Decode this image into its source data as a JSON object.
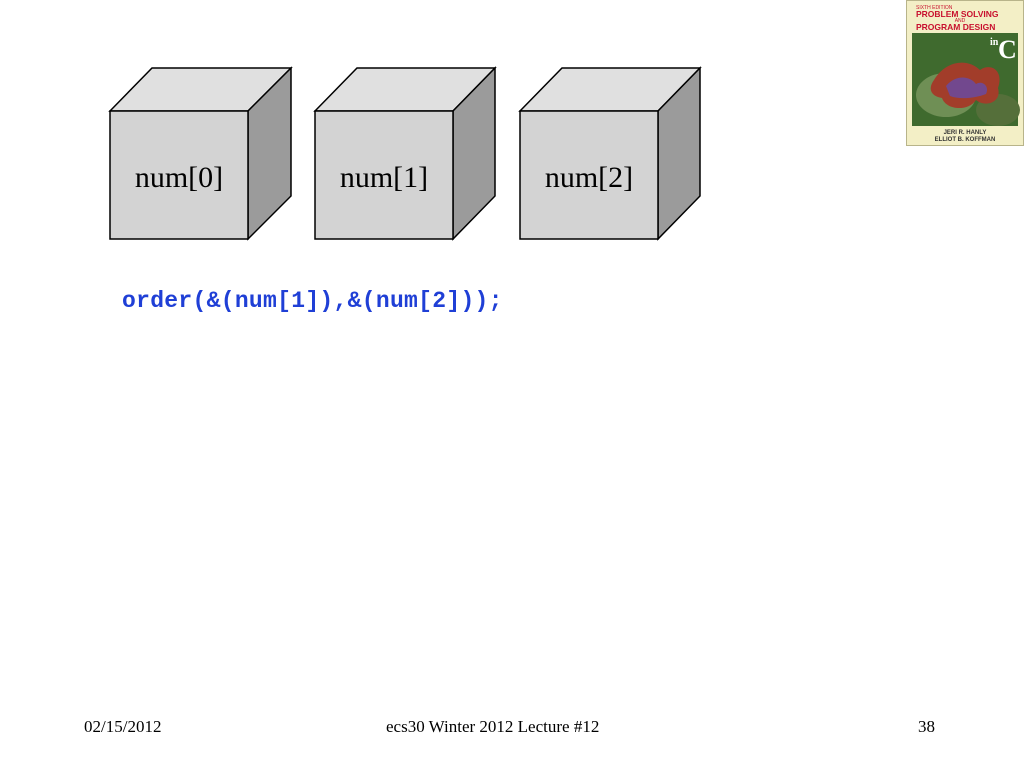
{
  "diagram": {
    "cells": [
      {
        "label": "num[0]"
      },
      {
        "label": "num[1]"
      },
      {
        "label": "num[2]"
      }
    ]
  },
  "code": {
    "line": "order(&(num[1]),&(num[2]));"
  },
  "book": {
    "edition": "SIXTH EDITION",
    "title_line1": "PROBLEM SOLVING",
    "and": "AND",
    "title_line2": "PROGRAM DESIGN",
    "in": "in",
    "language": "C",
    "author1": "JERI R. HANLY",
    "author2": "ELLIOT B. KOFFMAN"
  },
  "footer": {
    "date": "02/15/2012",
    "title": "ecs30 Winter 2012 Lecture #12",
    "page": "38"
  },
  "colors": {
    "code_blue": "#1f3fd6",
    "cube_front": "#d3d3d3",
    "cube_top": "#e0e0e0",
    "cube_side": "#9b9b9b"
  }
}
